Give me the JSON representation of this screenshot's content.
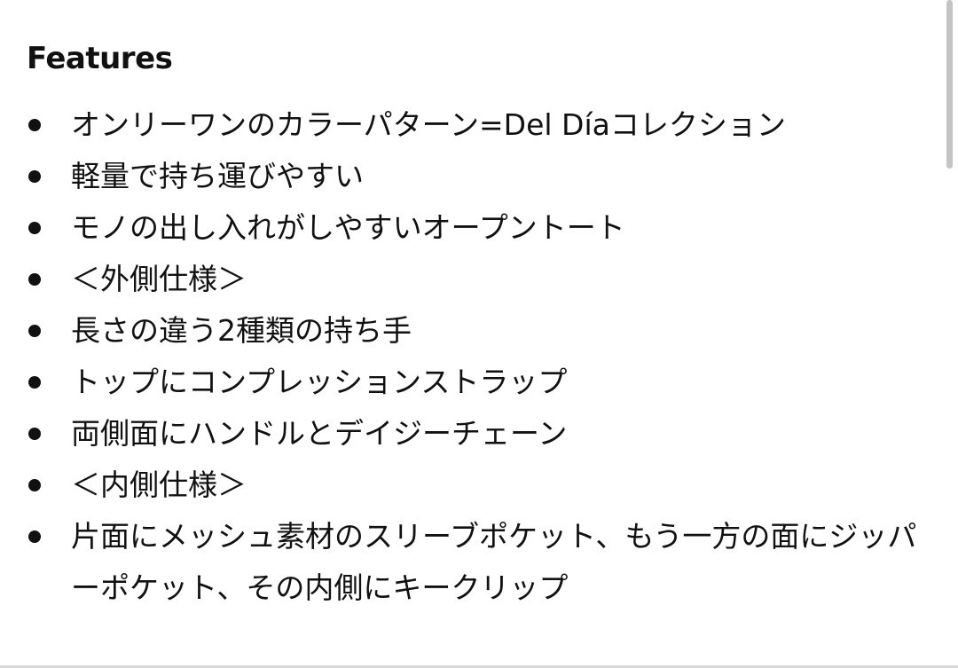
{
  "section": {
    "heading": "Features"
  },
  "features": [
    "オンリーワンのカラーパターン=Del Díaコレクション",
    "軽量で持ち運びやすい",
    "モノの出し入れがしやすいオープントート",
    "＜外側仕様＞",
    "長さの違う2種類の持ち手",
    "トップにコンプレッションストラップ",
    "両側面にハンドルとデイジーチェーン",
    "＜内側仕様＞",
    "片面にメッシュ素材のスリーブポケット、もう一方の面にジッパーポケット、その内側にキークリップ"
  ],
  "colors": {
    "text": "#111111",
    "background": "#ffffff",
    "scrollbar_thumb": "#c4c4c4"
  }
}
